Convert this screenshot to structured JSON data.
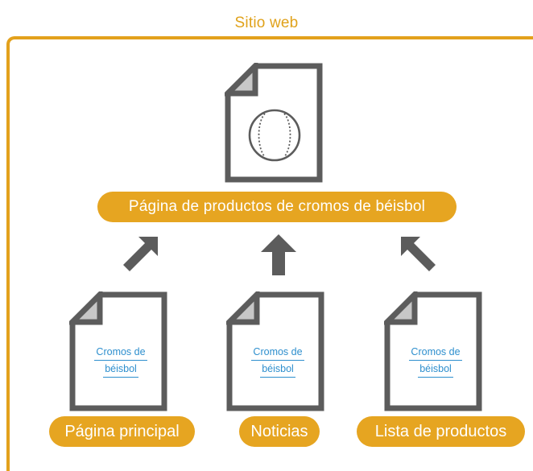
{
  "frame": {
    "title": "Sitio web"
  },
  "main_page": {
    "label": "Página de productos de cromos de béisbol",
    "icon": "baseball-icon"
  },
  "source_pages": [
    {
      "label": "Página principal",
      "link_line1": "Cromos de",
      "link_line2": "béisbol",
      "arrow": "diagonal-up-right"
    },
    {
      "label": "Noticias",
      "link_line1": "Cromos de",
      "link_line2": "béisbol",
      "arrow": "up"
    },
    {
      "label": "Lista de productos",
      "link_line1": "Cromos de",
      "link_line2": "béisbol",
      "arrow": "diagonal-up-left"
    }
  ],
  "colors": {
    "accent": "#e6a521",
    "link": "#2e8fce",
    "icon_stroke": "#5c5c5c",
    "doc_fold": "#c7c7c7",
    "text_on_accent": "#ffffff"
  }
}
